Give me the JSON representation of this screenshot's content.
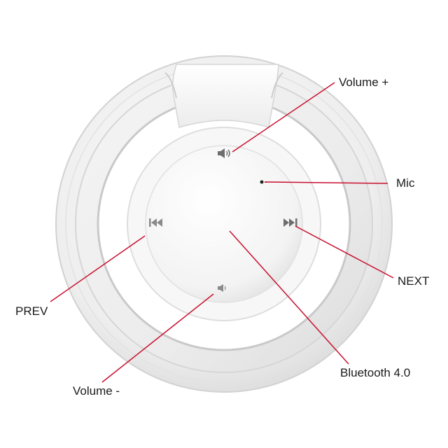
{
  "labels": {
    "volume_plus": "Volume +",
    "mic": "Mic",
    "next": "NEXT",
    "prev": "PREV",
    "bluetooth": "Bluetooth 4.0",
    "volume_minus": "Volume -"
  },
  "icons": {
    "volume_up": "speaker-high-icon",
    "mic": "mic-hole-dot",
    "next": "skip-next-icon",
    "prev": "skip-prev-icon",
    "volume_down": "speaker-low-icon"
  },
  "colors": {
    "callout_line": "#c8102e",
    "device_body": "#f2f2f2",
    "device_edge": "#d4d4d4",
    "icon": "#6e6e6e"
  }
}
